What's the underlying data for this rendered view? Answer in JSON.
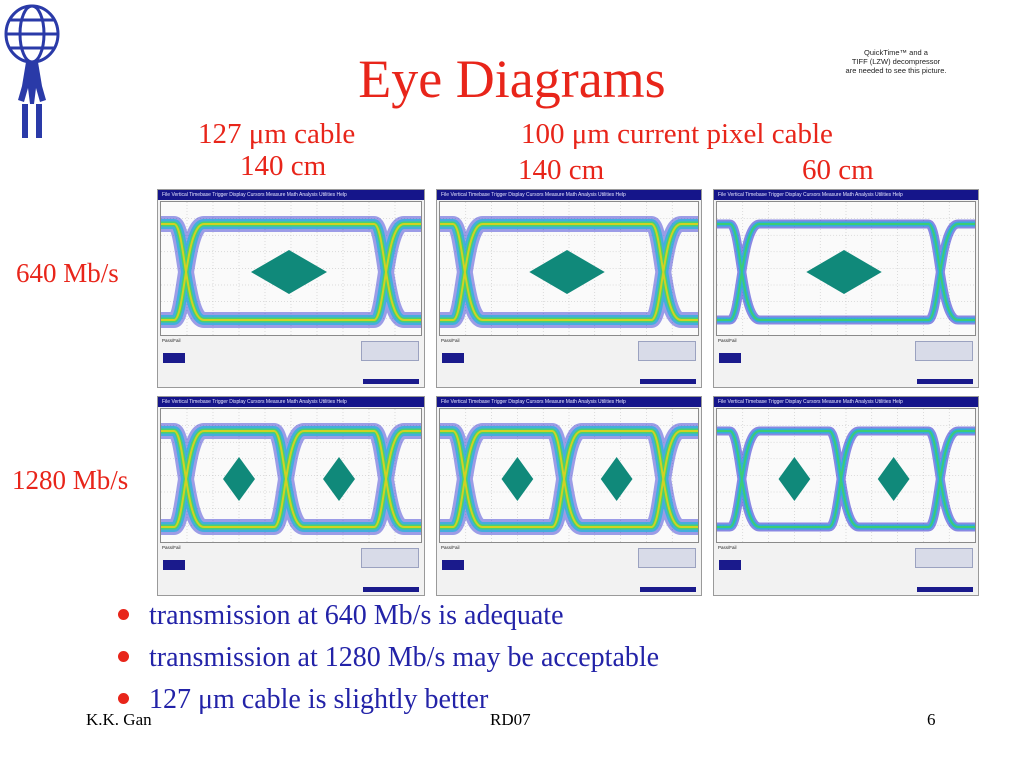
{
  "slide": {
    "title": "Eye Diagrams",
    "quicktime_notice": [
      "QuickTime™ and a",
      "TIFF (LZW) decompressor",
      "are needed to see this picture."
    ],
    "col1_header_line1": "127 μm cable",
    "col1_header_line2": "140 cm",
    "col2_header_line1": "100 μm current pixel cable",
    "col2_header_line2": "140 cm",
    "col3_header_line2": "60 cm",
    "row1_label": "640 Mb/s",
    "row2_label": "1280 Mb/s",
    "bullets": [
      "transmission at 640 Mb/s is adequate",
      "transmission at 1280 Mb/s may be acceptable",
      "127 μm cable is slightly better"
    ],
    "footer_left": "K.K. Gan",
    "footer_center": "RD07",
    "footer_right": "6"
  },
  "scope_menu": "File   Vertical   Timebase   Trigger   Display   Cursors   Measure   Math   Analysis   Utilities   Help",
  "scope_footer_line": "Pass/Fail",
  "colors": {
    "title_red": "#e8251a",
    "bullet_blue": "#2323a8",
    "mask_teal": "#10897a",
    "scope_menu_navy": "#15158a"
  }
}
